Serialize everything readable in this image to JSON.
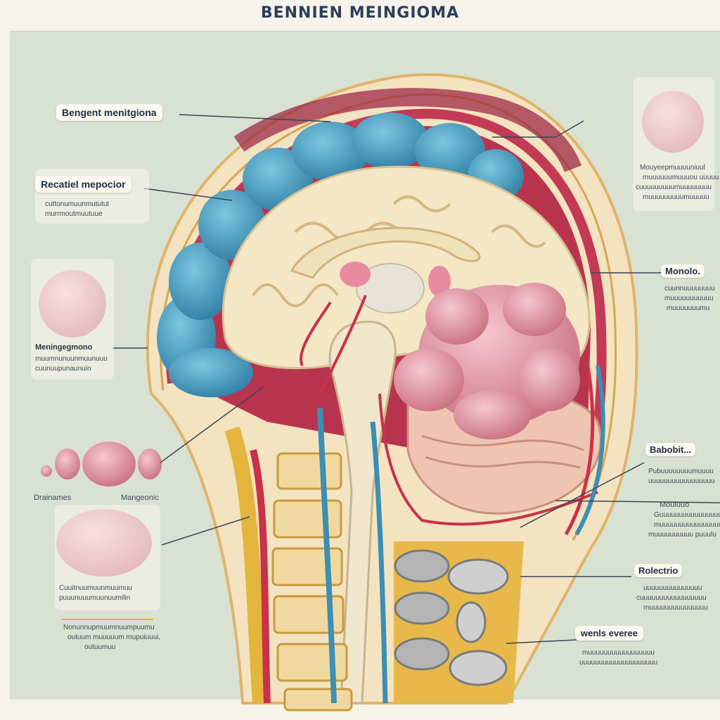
{
  "title": "BENNIEN MEINGIOMA",
  "callouts": {
    "top_left": {
      "label": "Bengent menitgiona"
    },
    "left_upper": {
      "label": "Recatiel mepocior",
      "note_1": "cuttonumuunmututut",
      "note_2": "murrmoutmuutuue"
    },
    "left_mid": {
      "label": "Meningegmono",
      "note_1": "muumnunuunmuunuuu",
      "note_2": "cuunuupunaunuin"
    },
    "left_row_a": {
      "label": "Drainames"
    },
    "left_row_b": {
      "label": "Mangeonic"
    },
    "left_lower": {
      "note_1": "Cuuitnuumuunmuumuu",
      "note_2": "puuunuuumuunuumilin"
    },
    "left_footer": {
      "note_1": "Nonunnupmuumnuumpuumu",
      "note_2": "outuum muuuuum mupuiuuui,",
      "note_3": "outuumuu"
    },
    "right_upper": {
      "note_1": "Mouyeepmuuuuniuul",
      "note_2": "muuuuuumuuuou uuuuu",
      "note_3": "cuuuuuuuuumuuuuuuuu",
      "note_4": "muuuuuuuuumuuuuu"
    },
    "right_mid": {
      "label": "Monolo.",
      "note_1": "cuunnuuuuuuuu",
      "note_2": "muuuuuuuuuuu",
      "note_3": "muuuuuuumu"
    },
    "right_lower": {
      "label": "Babobit...",
      "note_1": "Pubuuuuuuuumuuuu",
      "note_2": "uuuuuuuuuuuuuuuuu"
    },
    "right_lower_2": {
      "note_1": "Mouluuo",
      "note_2": "Guuuuuuuuuuuuuuuuu",
      "note_3": "muuuuuuuuuuuuuuuuu",
      "note_4": "muuuuuuuuuu puuulu"
    },
    "right_bottom": {
      "label": "Rolectrio",
      "note_1": "uuuuuuuuuuuuuuu",
      "note_2": "cuuuuuuuuuuuuuuuuu",
      "note_3": "muuuuuuuuuuuuuuu"
    },
    "bottom_right": {
      "label": "wenls everee",
      "note_1": "muuuuuuuuuuuuuuuuu",
      "note_2": "uuuuuuuuuuuuuuuuuuuu"
    }
  },
  "colors": {
    "background": "#d9e2d2",
    "tumor": "#e8a2b0",
    "blue_mass": "#4fa3c4",
    "brain": "#f2e6c8",
    "vessel": "#c8324a",
    "title": "#2b3f5a"
  }
}
